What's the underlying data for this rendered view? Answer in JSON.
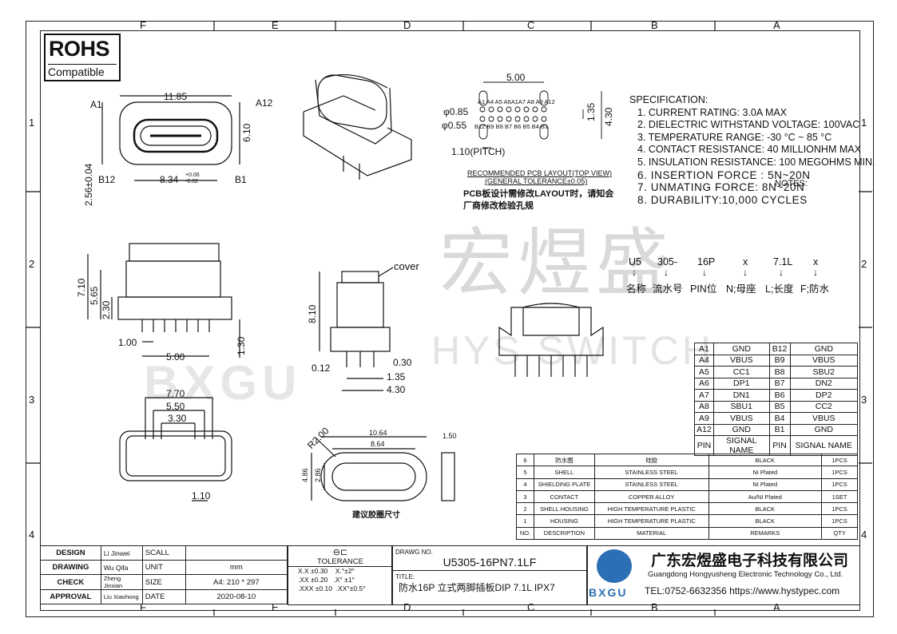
{
  "zones_top": [
    "F",
    "E",
    "D",
    "C",
    "B",
    "A"
  ],
  "zones_bottom": [
    "F",
    "E",
    "D",
    "C",
    "B",
    "A"
  ],
  "zones_side": [
    "1",
    "2",
    "3",
    "4"
  ],
  "rohs": {
    "title": "ROHS",
    "subtitle": "Compatible"
  },
  "front_view": {
    "w": "11.85",
    "a1": "A1",
    "a12": "A12",
    "b12": "B12",
    "b1": "B1",
    "h": "6.10",
    "inner_w": "8.34",
    "tol_up": "+0.06",
    "tol_dn": "-0.02",
    "side": "2.56±0.04"
  },
  "pcb_layout": {
    "d1": "5.00",
    "d2": "4.30",
    "d3": "1.35",
    "hole1": "φ0.85",
    "hole2": "φ0.55",
    "pitch": "1.10(PITCH)",
    "top_pins": "A1 A4 A5 A6A1A7 A8 A9 A12",
    "bot_pins": "B12 B9 B8 B7 B6 B5 B4 B1",
    "title": "RECOMMENDED PCB LAYOUT(TOP VIEW)",
    "tol": "(GENERAL TOLERANCE±0.05)",
    "note1": "PCB板设计需修改LAYOUT时，请知会",
    "note2": "厂商修改检验孔规"
  },
  "spec": {
    "heading": "SPECIFICATION:",
    "lines": [
      "1. CURRENT RATING: 3.0A MAX",
      "2. DIELECTRIC WITHSTAND VOLTAGE: 100VAC",
      "3. TEMPERATURE RANGE: -30 °C ~ 85 °C",
      "4. CONTACT RESISTANCE: 40 MILLIONHM MAX",
      "5. INSULATION RESISTANCE: 100 MEGOHMS MIN."
    ],
    "big": [
      "6. INSERTION FORCE : 5N~20N",
      "7. UNMATING FORCE: 8N~20N",
      "8. DURABILITY:10,000 CYCLES"
    ],
    "notes": "NOTES:"
  },
  "part_code": {
    "codes": [
      "U5",
      "305-",
      "16P",
      "x",
      "7.1L",
      "x"
    ],
    "desc": [
      "名称",
      "流水号",
      "PIN位",
      "N;母座",
      "L;长度",
      "F;防水"
    ],
    "arrow": "↓"
  },
  "side_view": {
    "h1": "7.10",
    "h2": "5.65",
    "h3": "2.30",
    "p1": "1.00",
    "p2": "5.00",
    "p3": "1.30"
  },
  "end_view": {
    "cover": "cover",
    "h": "8.10",
    "a": "0.12",
    "b": "0.30",
    "c": "1.35",
    "d": "4.30"
  },
  "bottom_view": {
    "a": "7.70",
    "b": "5.50",
    "c": "3.30",
    "d": "1.10"
  },
  "gasket": {
    "r": "R2.00",
    "w1": "10.64",
    "w2": "8.64",
    "h1": "4.86",
    "h2": "2.86",
    "t": "1.50",
    "caption": "建议胶圈尺寸"
  },
  "watermark": {
    "cn": "宏煜盛",
    "en": "HYS SWITCH",
    "brand": "BXGU"
  },
  "pin_table": [
    [
      "A1",
      "GND",
      "B12",
      "GND"
    ],
    [
      "A4",
      "VBUS",
      "B9",
      "VBUS"
    ],
    [
      "A5",
      "CC1",
      "B8",
      "SBU2"
    ],
    [
      "A6",
      "DP1",
      "B7",
      "DN2"
    ],
    [
      "A7",
      "DN1",
      "B6",
      "DP2"
    ],
    [
      "A8",
      "SBU1",
      "B5",
      "CC2"
    ],
    [
      "A9",
      "VBUS",
      "B4",
      "VBUS"
    ],
    [
      "A12",
      "GND",
      "B1",
      "GND"
    ],
    [
      "PIN",
      "SIGNAL NAME",
      "PIN",
      "SIGNAL NAME"
    ]
  ],
  "bom": [
    [
      "6",
      "防水圈",
      "硅胶",
      "BLACK",
      "1PCS"
    ],
    [
      "5",
      "SHELL",
      "STAINLESS STEEL",
      "NI Plated",
      "1PCS"
    ],
    [
      "4",
      "SHIELDING PLATE",
      "STAINLESS STEEL",
      "NI Plated",
      "1PCS"
    ],
    [
      "3",
      "CONTACT",
      "COPPER ALLOY",
      "Au/NI Plated",
      "1SET"
    ],
    [
      "2",
      "SHELL HOUSING",
      "HIGH TEMPERATURE PLASTIC",
      "BLACK",
      "1PCS"
    ],
    [
      "1",
      "HOUSING",
      "HIGH TEMPERATURE PLASTIC",
      "BLACK",
      "1PCS"
    ],
    [
      "NO.",
      "DESCRIPTION",
      "MATERIAL",
      "REMARKS",
      "QTY"
    ]
  ],
  "title_block": {
    "rows": [
      [
        "DESIGN",
        "Li Jinwei",
        "SCALL",
        ""
      ],
      [
        "DRAWING",
        "Wu Qifa",
        "UNIT",
        "mm"
      ],
      [
        "CHECK",
        "Zheng Jinxian",
        "SIZE",
        "A4: 210 * 297"
      ],
      [
        "APPROVAL",
        "Liu Xiaohong",
        "DATE",
        "2020-08-10"
      ]
    ],
    "tol_head": "TOLERANCE",
    "tol": [
      [
        "X.X ±0.30",
        "X.°±2°"
      ],
      [
        ".XX ±0.20",
        ".X° ±1°"
      ],
      [
        ".XXX ±0.10",
        ".XX°±0.5°"
      ]
    ],
    "dwg_label": "DRAWG NO.",
    "dwg_no": "U5305-16PN7.1LF",
    "title_label": "TITLE:",
    "title": "防水16P 立式两脚插板DIP 7.1L IPX7",
    "company_cn": "广东宏煜盛电子科技有限公司",
    "company_en": "Guangdong Hongyusheng Electronic Technology Co., Ltd.",
    "contact": "TEL:0752-6632356  https://www.hystypec.com",
    "logo": "BXGU"
  }
}
